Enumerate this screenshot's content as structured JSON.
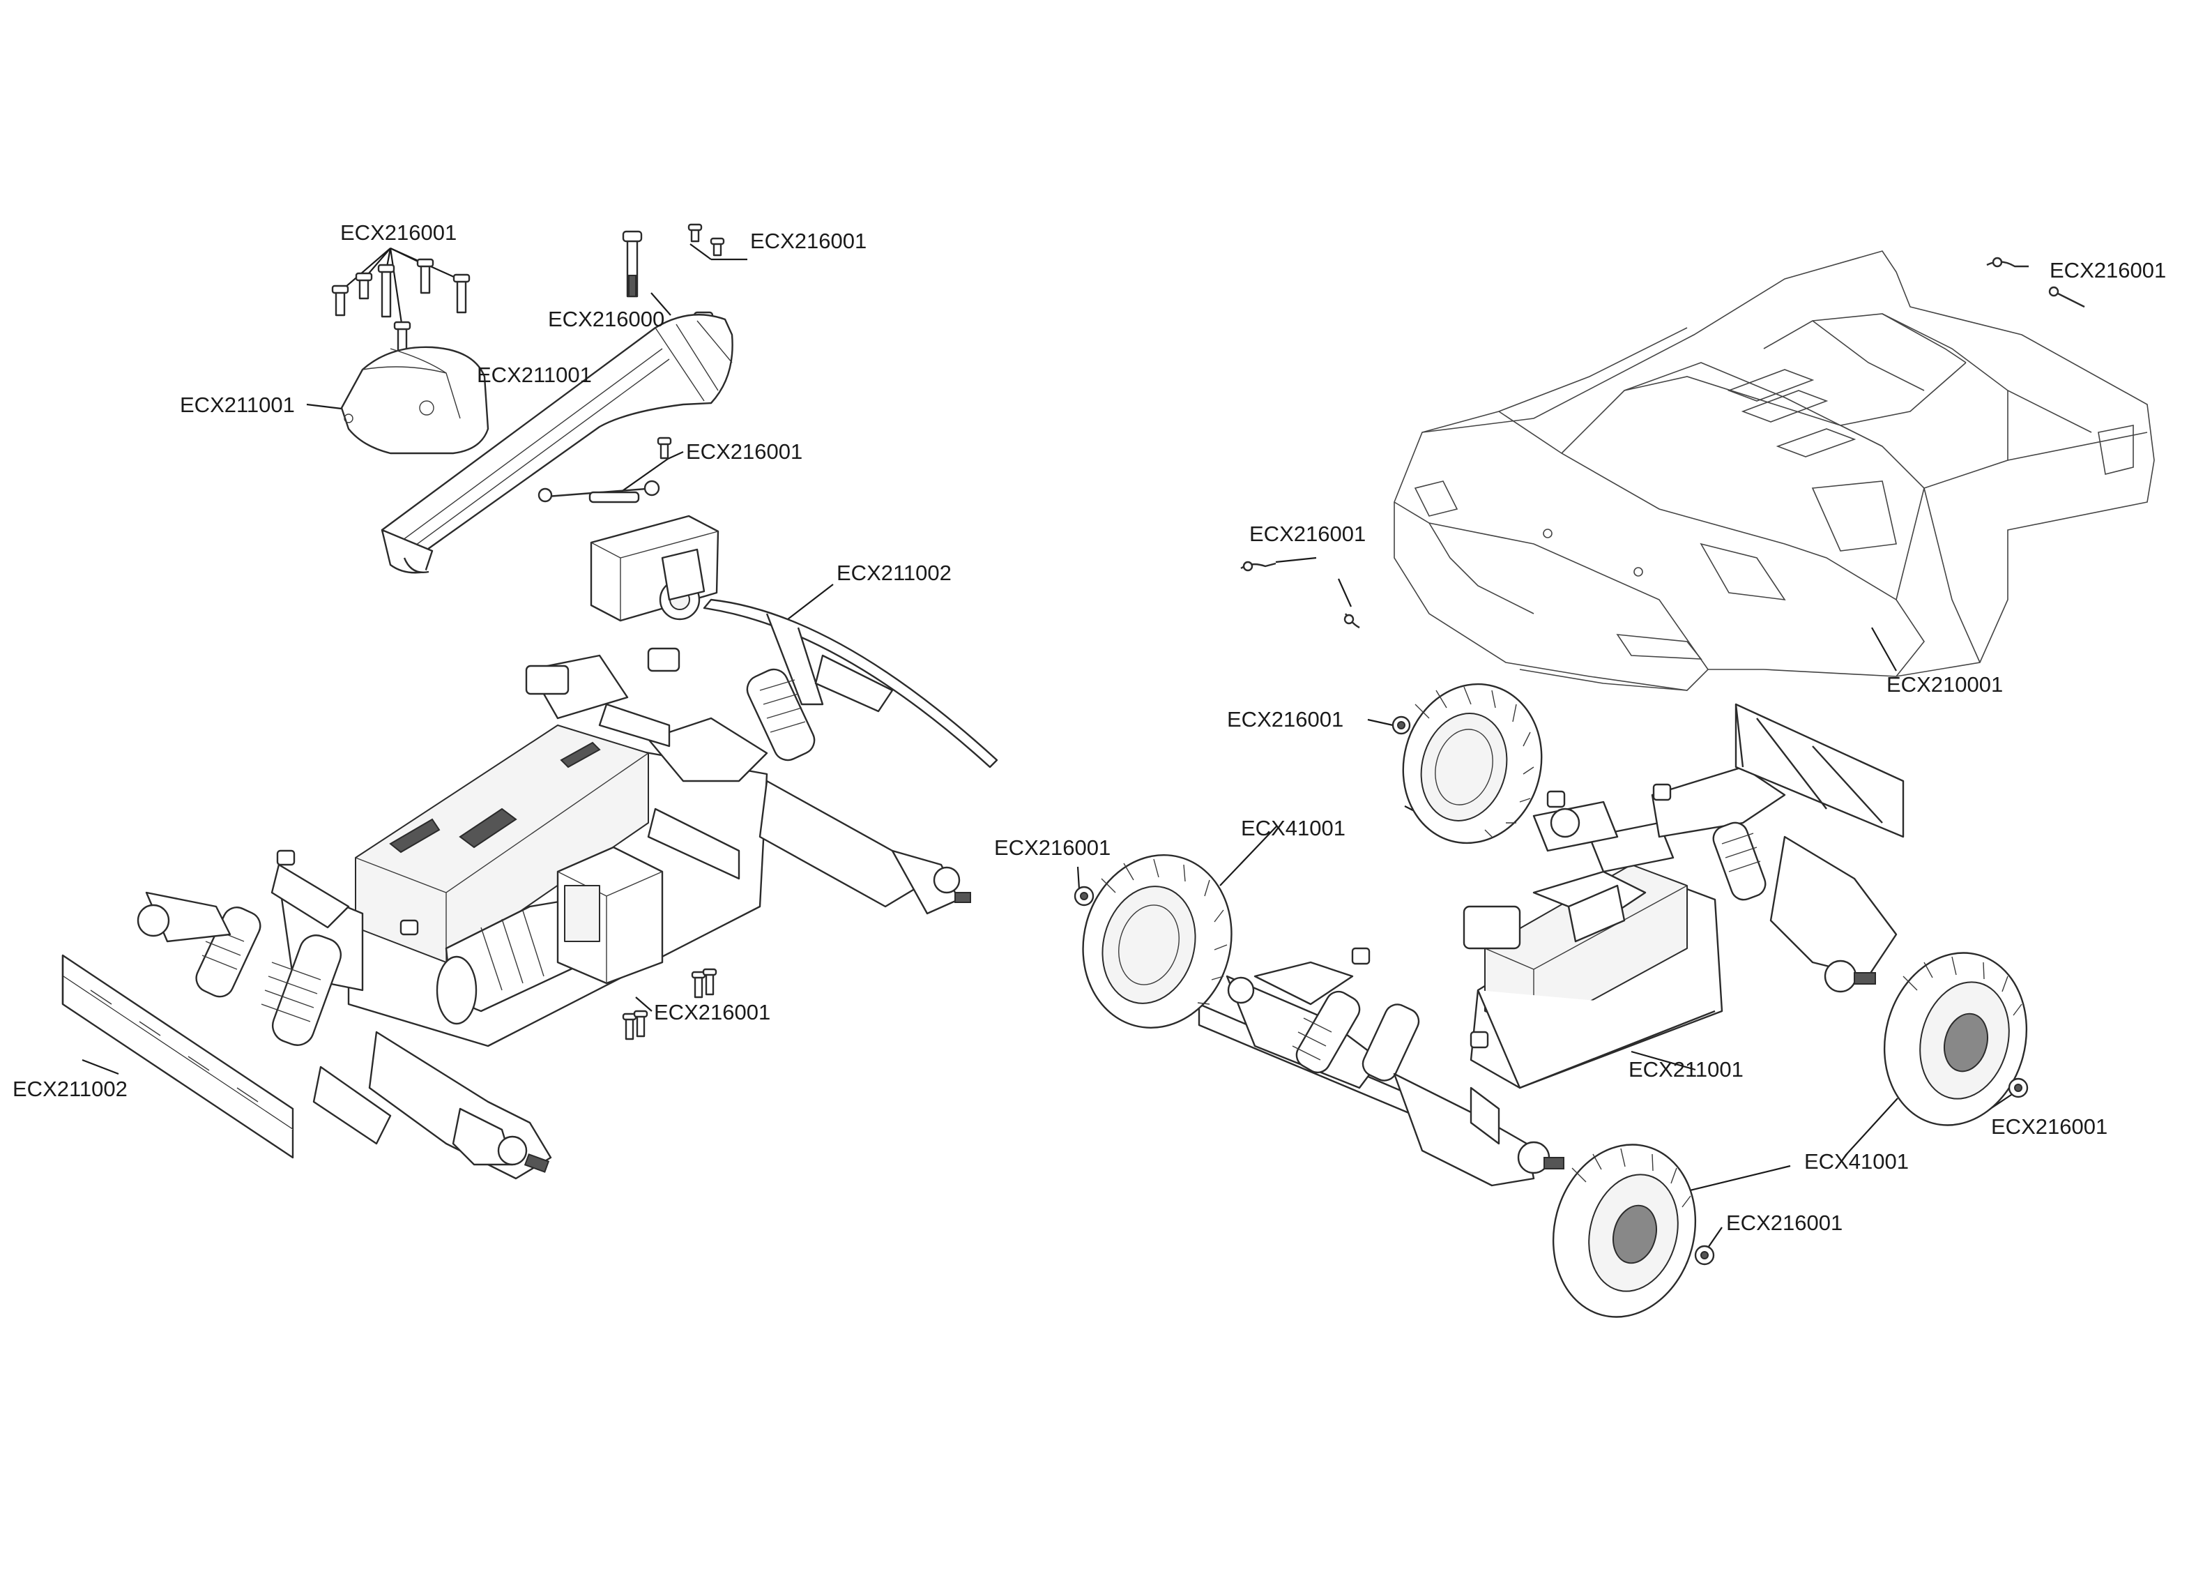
{
  "diagram": {
    "title": "Exploded parts diagram",
    "labels": {
      "screws_top_left": "ECX216001",
      "screws_top_mid": "ECX216001",
      "posts": "ECX216000",
      "cover_left": "ECX211001",
      "chassis_brace": "ECX211001",
      "servo_link_screws": "ECX216001",
      "front_bumper_left": "ECX211002",
      "body_clips": "ECX216001",
      "body_clip_left": "ECX216001",
      "body_shell": "ECX210001",
      "wheel_nut_left_upper": "ECX216001",
      "wheel_left_upper": "ECX41001",
      "wheel_nut_left_lower": "ECX216001",
      "chassis_pins": "ECX216001",
      "rear_bumper_left": "ECX211002",
      "chassis_right": "ECX211001",
      "wheel_nut_right": "ECX216001",
      "wheel_right": "ECX41001",
      "wheel_nut_bottom": "ECX216001"
    }
  }
}
